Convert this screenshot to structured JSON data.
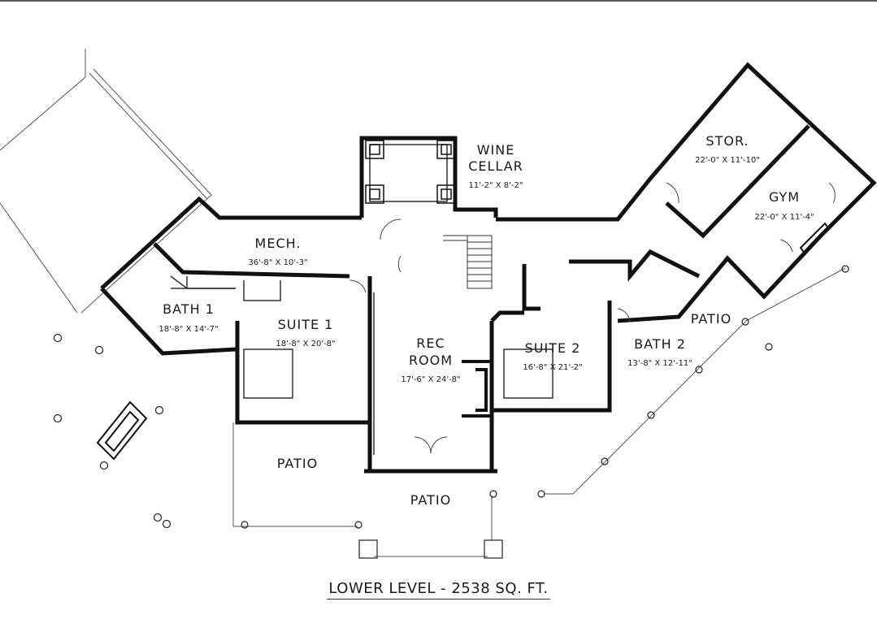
{
  "rooms": {
    "wine_cellar": {
      "name_line1": "WINE",
      "name_line2": "CELLAR",
      "dim": "11'-2\" X 8'-2\""
    },
    "stor": {
      "name": "STOR.",
      "dim": "22'-0\" X 11'-10\""
    },
    "gym": {
      "name": "GYM",
      "dim": "22'-0\" X 11'-4\""
    },
    "mech": {
      "name": "MECH.",
      "dim": "36'-8\" X 10'-3\""
    },
    "bath1": {
      "name": "BATH 1",
      "dim": "18'-8\" X 14'-7\""
    },
    "suite1": {
      "name": "SUITE 1",
      "dim": "18'-8\" X 20'-8\""
    },
    "rec_room": {
      "name_line1": "REC",
      "name_line2": "ROOM",
      "dim": "17'-6\" X 24'-8\""
    },
    "suite2": {
      "name": "SUITE 2",
      "dim": "16'-8\" X 21'-2\""
    },
    "bath2": {
      "name": "BATH 2",
      "dim": "13'-8\" X 12'-11\""
    },
    "patio_right": {
      "name": "PATIO"
    },
    "patio_left": {
      "name": "PATIO"
    },
    "patio_center": {
      "name": "PATIO"
    }
  },
  "caption": "LOWER LEVEL - 2538 SQ. FT."
}
